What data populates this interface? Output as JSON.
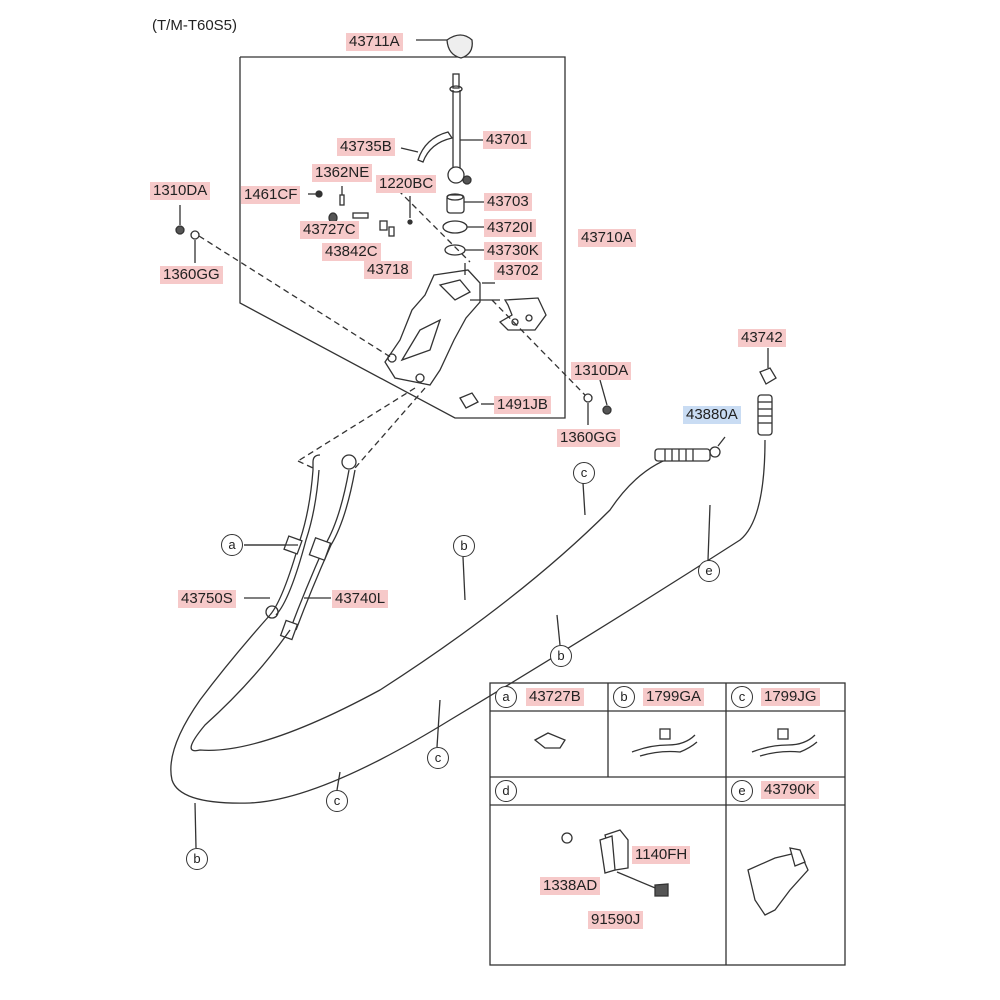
{
  "header": {
    "model": "(T/M-T60S5)"
  },
  "callouts": [
    {
      "id": "c-43711A",
      "text": "43711A"
    },
    {
      "id": "c-43735B",
      "text": "43735B"
    },
    {
      "id": "c-43701",
      "text": "43701"
    },
    {
      "id": "c-1362NE",
      "text": "1362NE"
    },
    {
      "id": "c-1220BC",
      "text": "1220BC"
    },
    {
      "id": "c-1310DA-top",
      "text": "1310DA"
    },
    {
      "id": "c-1461CF",
      "text": "1461CF"
    },
    {
      "id": "c-43703",
      "text": "43703"
    },
    {
      "id": "c-43727C",
      "text": "43727C"
    },
    {
      "id": "c-43720I",
      "text": "43720I"
    },
    {
      "id": "c-43710A",
      "text": "43710A"
    },
    {
      "id": "c-43842C",
      "text": "43842C"
    },
    {
      "id": "c-43730K",
      "text": "43730K"
    },
    {
      "id": "c-1360GG-top",
      "text": "1360GG"
    },
    {
      "id": "c-43718",
      "text": "43718"
    },
    {
      "id": "c-43702",
      "text": "43702"
    },
    {
      "id": "c-43742",
      "text": "43742"
    },
    {
      "id": "c-1310DA-right",
      "text": "1310DA"
    },
    {
      "id": "c-1491JB",
      "text": "1491JB"
    },
    {
      "id": "c-43880A",
      "text": "43880A",
      "selected": true
    },
    {
      "id": "c-1360GG-right",
      "text": "1360GG"
    },
    {
      "id": "c-43750S",
      "text": "43750S"
    },
    {
      "id": "c-43740L",
      "text": "43740L"
    }
  ],
  "cable_markers": [
    "a",
    "b",
    "c",
    "b",
    "c",
    "c",
    "b",
    "e"
  ],
  "legend": {
    "cells": [
      {
        "letter": "a",
        "part": "43727B"
      },
      {
        "letter": "b",
        "part": "1799GA"
      },
      {
        "letter": "c",
        "part": "1799JG"
      },
      {
        "letter": "d",
        "part": ""
      },
      {
        "letter": "e",
        "part": "43790K"
      }
    ],
    "d_parts": [
      "1140FH",
      "1338AD",
      "91590J"
    ]
  },
  "colors": {
    "part_highlight": "#f6c9c9",
    "selected_highlight": "#c9dcf3",
    "line": "#333333"
  }
}
